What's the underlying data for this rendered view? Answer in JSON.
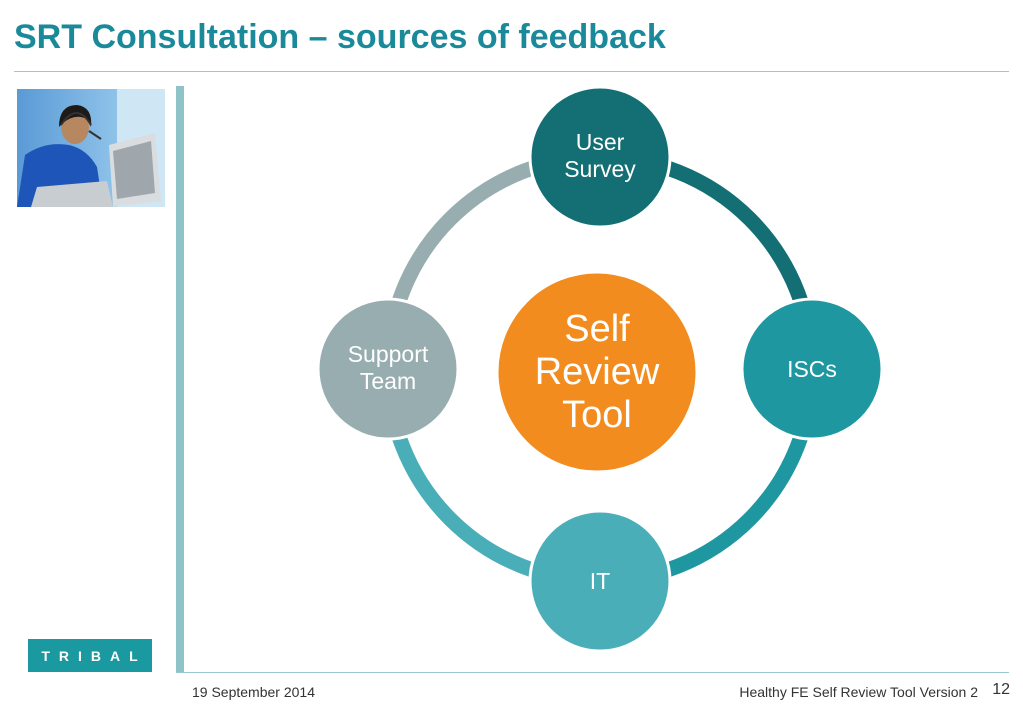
{
  "slide": {
    "title": "SRT Consultation – sources of feedback",
    "logo_text": "TRIBAL",
    "footer_date": "19 September 2014",
    "footer_title": "Healthy FE Self Review Tool Version 2",
    "page_number": "12"
  },
  "diagram": {
    "center": {
      "lines": [
        "Self",
        "Review",
        "Tool"
      ],
      "color": "#f28c1e"
    },
    "nodes": [
      {
        "id": "user-survey",
        "lines": [
          "User",
          "Survey"
        ],
        "color": "#136f73"
      },
      {
        "id": "iscs",
        "lines": [
          "ISCs"
        ],
        "color": "#1e97a0"
      },
      {
        "id": "it",
        "lines": [
          "IT"
        ],
        "color": "#4aaeb8"
      },
      {
        "id": "support-team",
        "lines": [
          "Support",
          "Team"
        ],
        "color": "#97adb0"
      }
    ],
    "arcs": [
      {
        "from": "user-survey",
        "to": "iscs",
        "color": "#136f73"
      },
      {
        "from": "iscs",
        "to": "it",
        "color": "#1e97a0"
      },
      {
        "from": "it",
        "to": "support-team",
        "color": "#4aaeb8"
      },
      {
        "from": "support-team",
        "to": "user-survey",
        "color": "#97adb0"
      }
    ]
  },
  "photo": {
    "subject": "call-centre-agent-with-headset"
  }
}
